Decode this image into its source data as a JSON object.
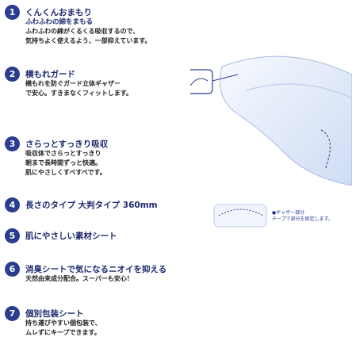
{
  "features": [
    {
      "num": "1",
      "title": "くんくんおまもり",
      "lines": [
        "ふわふわの綿をまもる",
        "ふわふわの綿がくるくる吸収するので、",
        "気持ちよく使えるよう、一部抑えています。"
      ]
    },
    {
      "num": "2",
      "title": "横もれガード",
      "lines": [
        "横もれを防ぐガード立体ギャザー",
        "で安心。すきまなくフィットします。"
      ]
    },
    {
      "num": "3",
      "title": "さらっとすっきり吸収",
      "lines": [
        "吸収体でさらっとすっきり",
        "朝まで長時間ずっと快適。",
        "肌にやさしくすべすべです。"
      ]
    },
    {
      "num": "4",
      "title": "長さのタイプ 大判タイプ 360mm",
      "lines": []
    },
    {
      "num": "5",
      "title": "肌にやさしい素材シート",
      "lines": []
    },
    {
      "num": "6",
      "title": "消臭シートで気になるニオイを抑える",
      "lines": [
        "天然由来成分配合。スーパーも安心！"
      ]
    },
    {
      "num": "7",
      "title": "個別包装シート",
      "lines": [
        "持ち運びやすい個包装で、",
        "ムレずにキープできます。"
      ]
    }
  ],
  "legend": [
    "●ギャザー部分",
    "テープで部分を固定します。"
  ],
  "colors": {
    "accent": "#2b3d8f",
    "body": "#222222"
  }
}
